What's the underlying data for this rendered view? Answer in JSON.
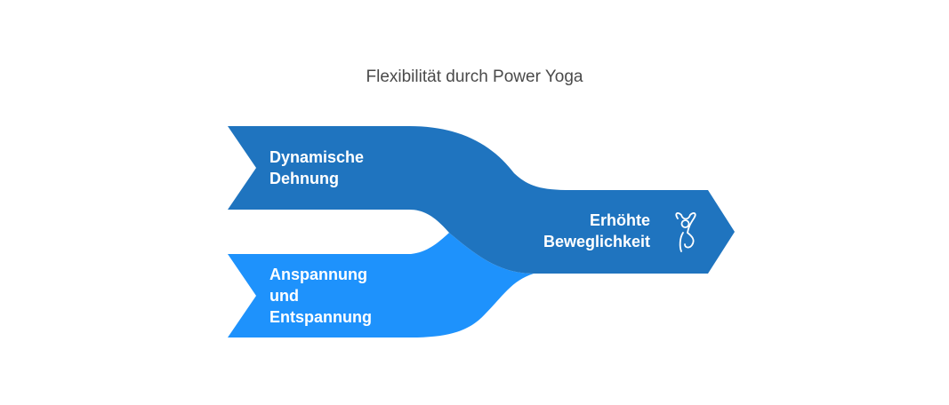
{
  "title": "Flexibilität durch Power Yoga",
  "inputs": [
    {
      "lines": [
        "Dynamische",
        "Dehnung"
      ],
      "color": "#1f74bf"
    },
    {
      "lines": [
        "Anspannung",
        "und",
        "Entspannung"
      ],
      "color": "#1e92fc"
    }
  ],
  "output": {
    "lines": [
      "Erhöhte",
      "Beweglichkeit"
    ],
    "color": "#1f74bf",
    "icon": "flexible-figure-icon"
  }
}
